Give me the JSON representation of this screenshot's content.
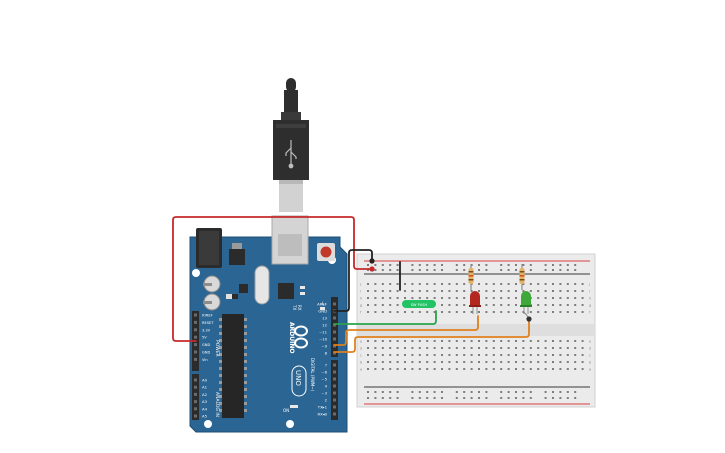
{
  "arduino": {
    "brand_word": "ARDUINO",
    "model": "UNO",
    "digital_label": "DIGITAL (PWM~)",
    "power_label": "POWER",
    "analog_label": "ANALOG IN",
    "on_label": "ON",
    "tx_label": "TX",
    "rx_label": "RX",
    "l_label": "L",
    "reset_label": "RESET",
    "icsp_label": "ICSP",
    "right_pins": [
      "AREF",
      "GND",
      "13",
      "12",
      "~11",
      "~10",
      "~9",
      "8",
      "7",
      "~6",
      "~5",
      "4",
      "~3",
      "2",
      "TX▸1",
      "RX◂0"
    ],
    "power_pins": [
      "IOREF",
      "RESET",
      "3.3V",
      "5V",
      "GND",
      "GND",
      "Vin"
    ],
    "analog_pins": [
      "A0",
      "A1",
      "A2",
      "A3",
      "A4",
      "A5"
    ]
  },
  "breadboard": {
    "switch_label": "SW PUSH",
    "row_letters_top": [
      "j",
      "i",
      "h",
      "g",
      "f"
    ],
    "row_letters_bottom": [
      "e",
      "d",
      "c",
      "b",
      "a"
    ],
    "rail_signs": [
      "+",
      "−"
    ]
  },
  "colors": {
    "board": "#2a6593",
    "board_edge": "#1f4f75",
    "header": "#2b2b2b",
    "breadboard": "#e9e9e9",
    "rail_red": "#d7403f",
    "rail_black": "#3a3a3a",
    "wire_red": "#c62a2a",
    "wire_black": "#222222",
    "wire_green": "#2aa24a",
    "wire_orange": "#e0801d",
    "led_red": "#b3271f",
    "led_green": "#3fa83a",
    "switch": "#21c364",
    "usb_dark": "#2e2e2e",
    "usb_silver": "#cfcfcf"
  }
}
